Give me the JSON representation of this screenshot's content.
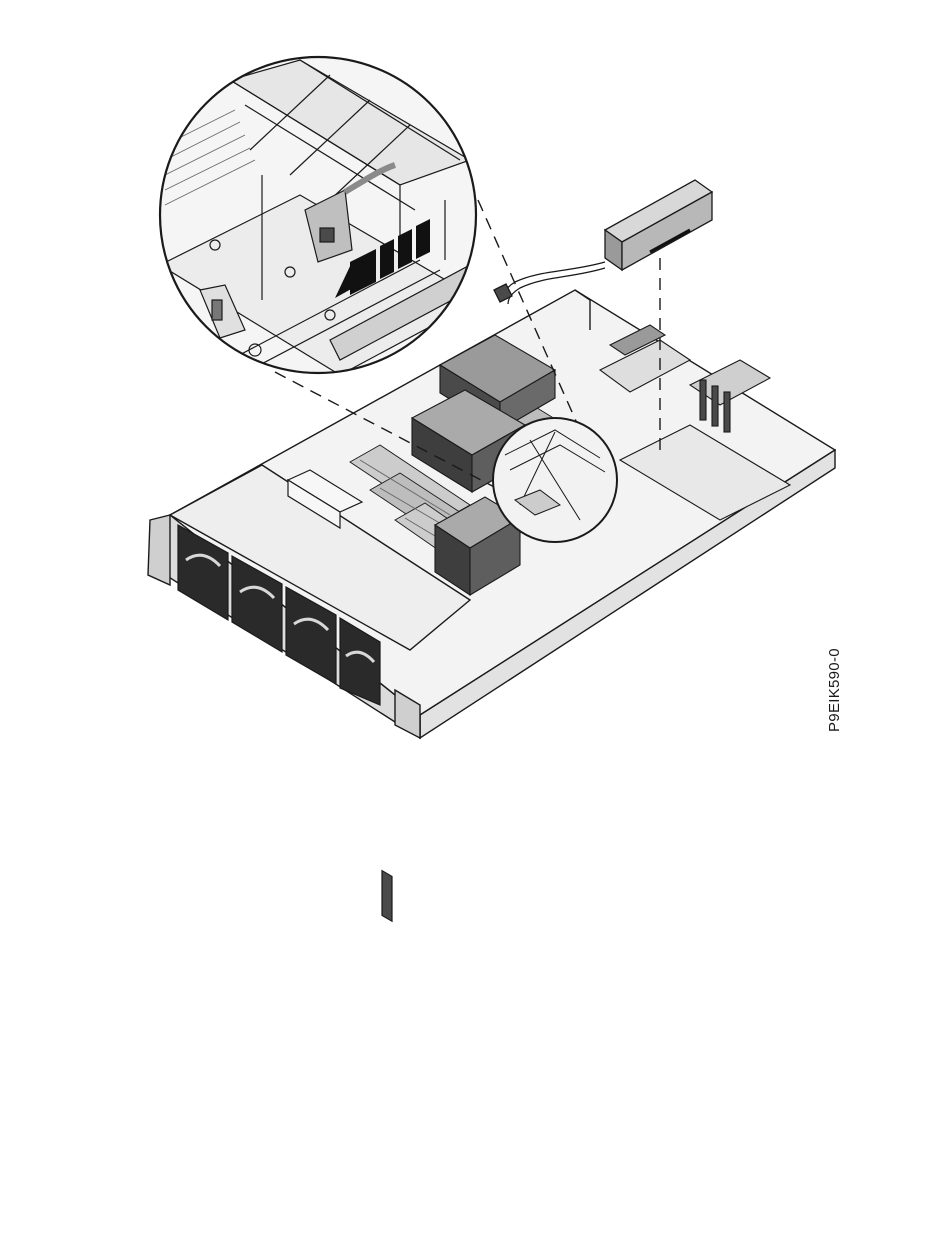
{
  "figure": {
    "id_label": "P9EIK590-0"
  },
  "colors": {
    "ink": "#1a1a1a",
    "light_gray": "#d8d8d8",
    "mid_gray": "#9a9a9a",
    "dark_gray": "#4a4a4a",
    "black": "#111111"
  },
  "icons": {
    "detail_callout": "magnified-detail-circle",
    "motion_arrow": "insertion-direction-arrow"
  }
}
